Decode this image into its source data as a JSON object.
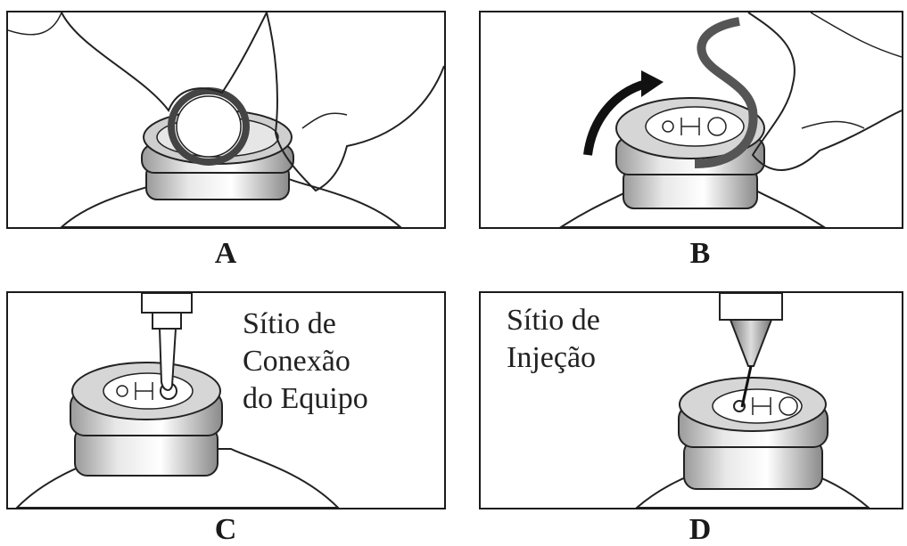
{
  "panels": [
    {
      "letter": "A"
    },
    {
      "letter": "B"
    },
    {
      "letter": "C",
      "caption": [
        "Sítio de",
        "Conexão",
        "do Equipo"
      ]
    },
    {
      "letter": "D",
      "caption": [
        "Sítio de",
        "Injeção"
      ]
    }
  ]
}
